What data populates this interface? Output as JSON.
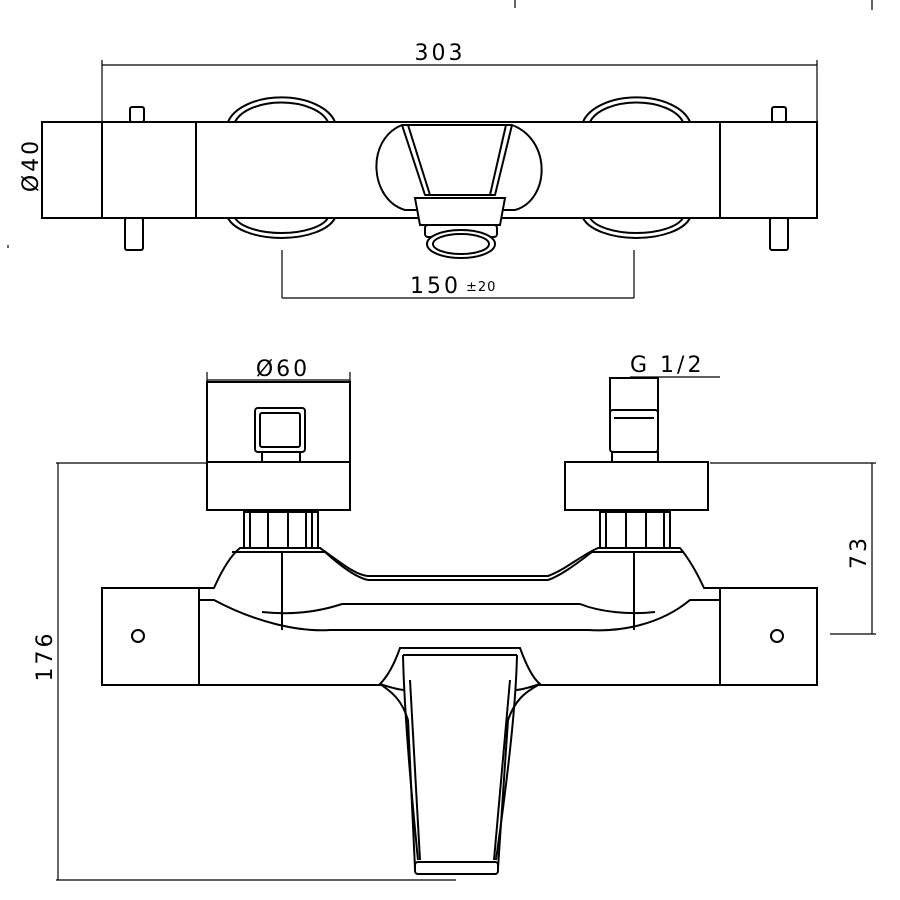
{
  "dimensions": {
    "overall_width": "303",
    "body_diameter": "Ø40",
    "center_distance": "150",
    "center_tolerance": "±20",
    "handle_diameter": "Ø60",
    "thread": "G 1/2",
    "wall_to_outlet": "73",
    "total_height": "176"
  }
}
